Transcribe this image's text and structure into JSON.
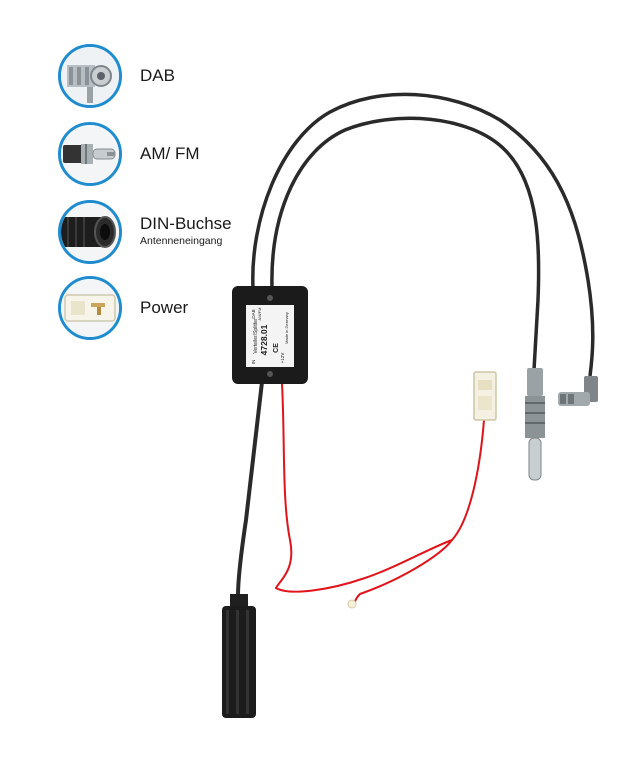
{
  "legend": [
    {
      "label": "DAB",
      "icon": "dab-smb-connector-icon"
    },
    {
      "label": "AM/ FM",
      "icon": "amfm-din-plug-icon"
    },
    {
      "label": "DIN-Buchse",
      "sublabel": "Antenneneingang",
      "icon": "din-socket-icon"
    },
    {
      "label": "Power",
      "icon": "power-plug-icon"
    }
  ],
  "splitter_label": {
    "title": "Verteiler/Splitter",
    "number": "4728.01",
    "dab": "DAB",
    "amfm": "AM/FM",
    "in": "IN",
    "volt": "+12V",
    "made_in": "Made in Germany"
  },
  "colors": {
    "accent_ring": "#1f8ccf",
    "cable_black": "#2a2a2a",
    "cable_red": "#e0141b",
    "housing": "#1b1b1b",
    "label_white": "#f4f4f4"
  }
}
